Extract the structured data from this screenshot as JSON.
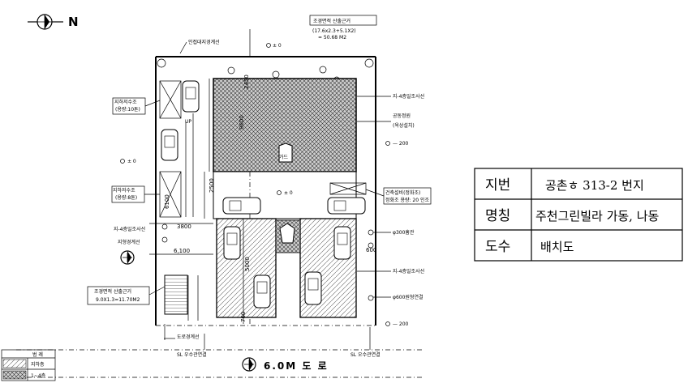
{
  "north_label": "N",
  "header_note": {
    "title": "조경면적 산출근거",
    "formula": "(17.6x2.3+5.1X2)",
    "result": "= 50.68 M2"
  },
  "labels": {
    "adjacent_boundary_top": "인접대지경계선",
    "level_top": "± 0",
    "dim_2450": "2450",
    "dim_9600": "9600",
    "dim_2500": "2500",
    "dim_6100_vertical": "6100",
    "dim_3800": "3800",
    "dim_6100": "6,100",
    "dim_5000": "5000",
    "dim_700": "700",
    "dim_600": "600",
    "water_tank_left": "지하저수조",
    "water_tank_left_cap": "(용량:10톤)",
    "water_tank_left2": "지하저수조",
    "water_tank_left2_cap": "(용량:8톤)",
    "level_left": "± 0",
    "level_center": "± 0",
    "level_right": "— 200",
    "level_bottom_right": "— 200",
    "adjacent_line_right": "지-4층일조사선",
    "common_garden": "공동정원",
    "common_garden_sub": "(옥상설치)",
    "guard": "가드",
    "fire_line_left": "지-4층일조사선",
    "site_line_left": "지형경계선",
    "pipe_300": "φ300흄관",
    "adjacent_line_right2": "지-4층일조사선",
    "pipe_600": "φ600원형연결",
    "septic_title": "건축설비(정화조)",
    "septic_cap": "정화조 용량: 20 인조",
    "landscape_note_title": "조경면적 산출근거",
    "landscape_note_formula": "9.0X1.3=11.70M2",
    "up_label": "UP",
    "road_boundary": "도로경계선",
    "sewer_left": "SL 우수관연결",
    "sewer_right": "SL 오수관연결",
    "road": "6.0M 도 로"
  },
  "legend": {
    "header": "범  례",
    "row1": "지하층",
    "row2": "1~4층"
  },
  "title_block": {
    "rows": [
      {
        "label": "지번",
        "value": "공촌ㅎ 313-2 번지"
      },
      {
        "label": "명칭",
        "value": "주천그린빌라 가동, 나동"
      },
      {
        "label": "도수",
        "value": "배치도"
      }
    ]
  }
}
